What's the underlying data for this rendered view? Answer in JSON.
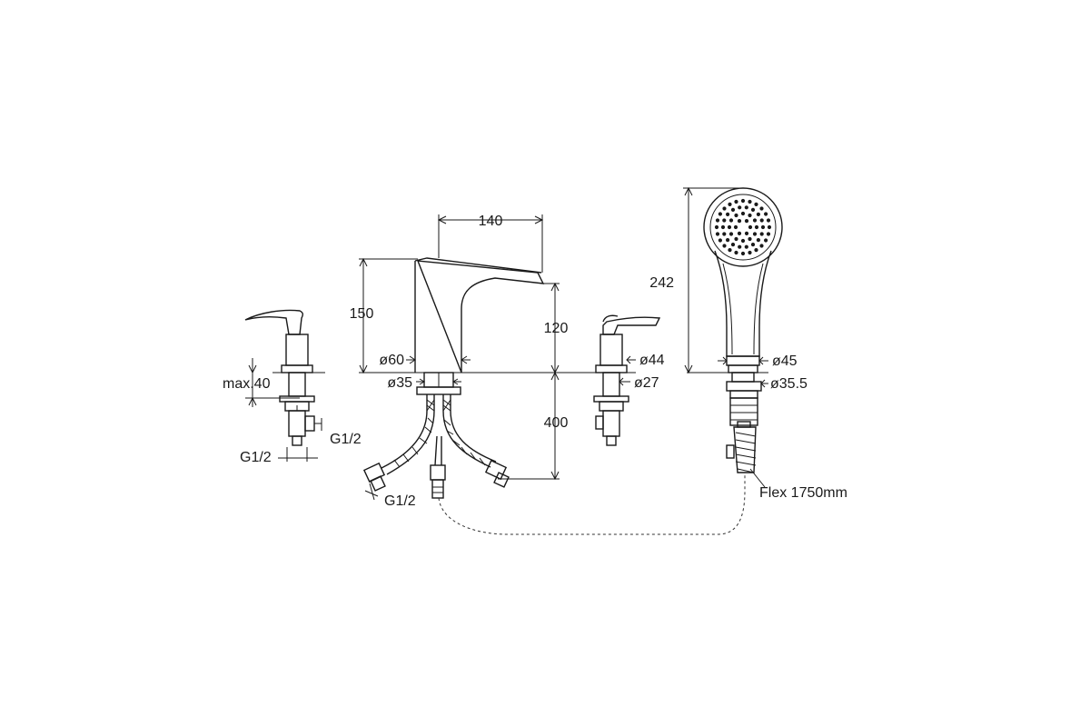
{
  "dimensions": {
    "spout_width": "140",
    "spout_height": "150",
    "spout_reach_height": "120",
    "hose_length": "400",
    "spout_base_diameter": "ø60",
    "spout_hole_diameter": "ø35",
    "handle_base_diameter": "ø44",
    "handle_hole_diameter": "ø27",
    "handshower_height": "242",
    "handshower_base_diameter": "ø45",
    "handshower_hole_diameter": "ø35.5",
    "max_deck_thickness": "max.40",
    "connection_left_side": "G1/2",
    "connection_left_bottom": "G1/2",
    "connection_hoses": "G1/2",
    "flex_hose": "Flex 1750mm"
  }
}
